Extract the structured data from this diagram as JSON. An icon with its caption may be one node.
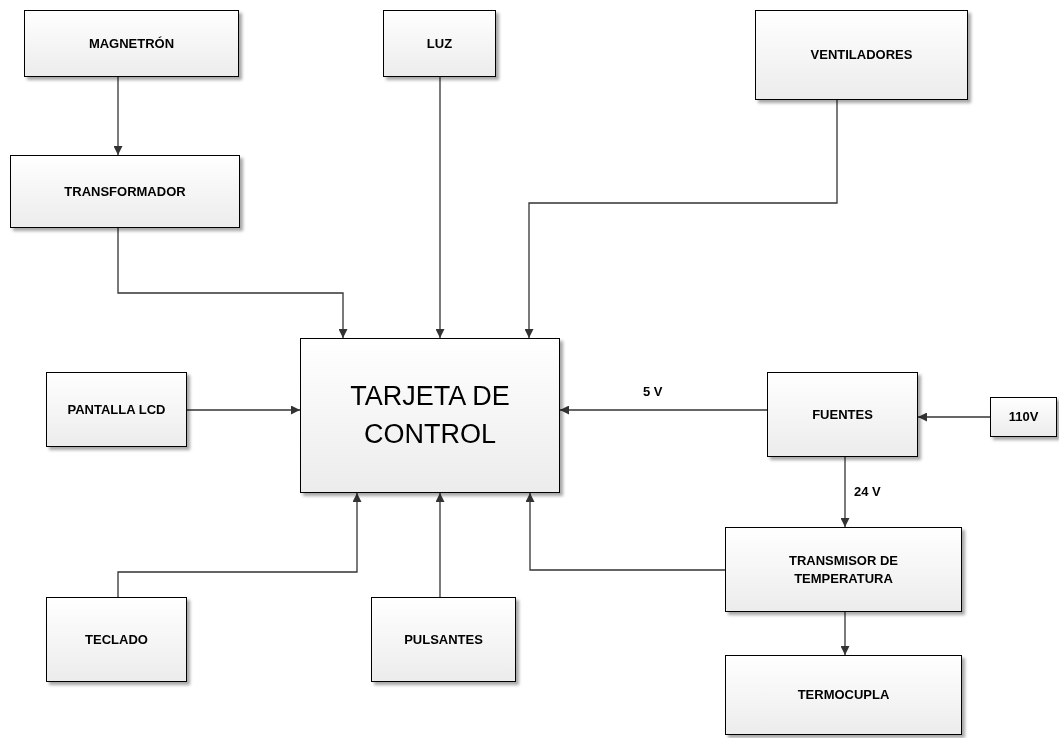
{
  "diagram": {
    "nodes": [
      {
        "text": [
          "MAGNETRÓN"
        ]
      },
      {
        "text": [
          "TRANSFORMADOR"
        ]
      },
      {
        "text": [
          "LUZ"
        ]
      },
      {
        "text": [
          "VENTILADORES"
        ]
      },
      {
        "text": [
          "TARJETA DE CONTROL"
        ]
      },
      {
        "text": [
          "PANTALLA LCD"
        ]
      },
      {
        "text": [
          "FUENTES"
        ]
      },
      {
        "text": [
          "110V"
        ]
      },
      {
        "text": [
          "TRANSMISOR DE TEMPERATURA"
        ]
      },
      {
        "text": [
          "TECLADO"
        ]
      },
      {
        "text": [
          "PULSANTES"
        ]
      },
      {
        "text": [
          "TERMOCUPLA"
        ]
      }
    ],
    "edges": [
      {
        "from": 0,
        "to": 1,
        "arrow": "to"
      },
      {
        "from": 1,
        "to": 4,
        "arrow": "to"
      },
      {
        "from": 2,
        "to": 4,
        "arrow": "to"
      },
      {
        "from": 3,
        "to": 4,
        "arrow": "to"
      },
      {
        "from": 5,
        "to": 4,
        "arrow": "to"
      },
      {
        "from": 6,
        "to": 4,
        "arrow": "to",
        "label": "5 V"
      },
      {
        "from": 7,
        "to": 6,
        "arrow": "to"
      },
      {
        "from": 6,
        "to": 8,
        "arrow": "to",
        "label": "24 V"
      },
      {
        "from": 8,
        "to": 4,
        "arrow": "to"
      },
      {
        "from": 9,
        "to": 4,
        "arrow": "to"
      },
      {
        "from": 10,
        "to": 4,
        "arrow": "to"
      },
      {
        "from": 8,
        "to": 11,
        "arrow": "to"
      }
    ]
  }
}
